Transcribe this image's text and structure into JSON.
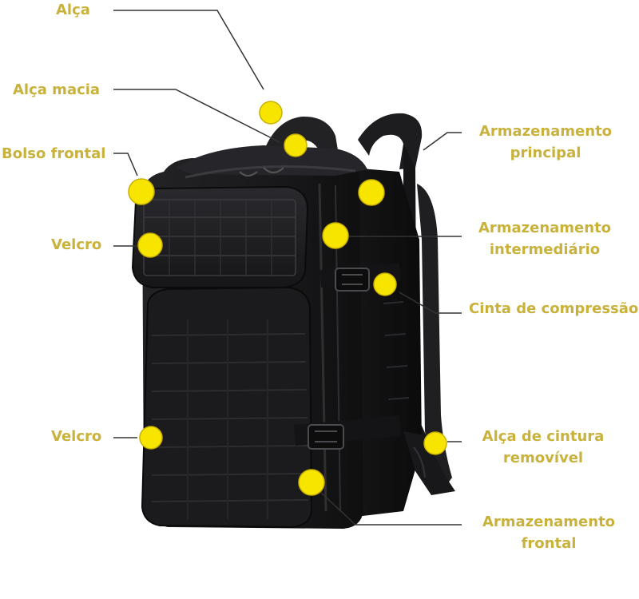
{
  "labels": {
    "alca": "Alça",
    "alca_macia": "Alça macia",
    "bolso_frontal": "Bolso frontal",
    "velcro_top": "Velcro",
    "velcro_bottom": "Velcro",
    "armazenamento_principal": [
      "Armazenamento",
      "principal"
    ],
    "armazenamento_intermediario": [
      "Armazenamento",
      "intermediário"
    ],
    "cinta_compressao": "Cinta de compressão",
    "alca_cintura": [
      "Alça de cintura",
      "removível"
    ],
    "armazenamento_frontal": [
      "Armazenamento",
      "frontal"
    ]
  },
  "colors": {
    "label_text": "#c9b23c",
    "marker_fill": "#f7e500",
    "marker_stroke": "#c9b000",
    "leader_line": "#333333",
    "backpack_body": "#1c1c1e",
    "backpack_shadow": "#0c0c0d",
    "backpack_highlight": "#34353a"
  }
}
